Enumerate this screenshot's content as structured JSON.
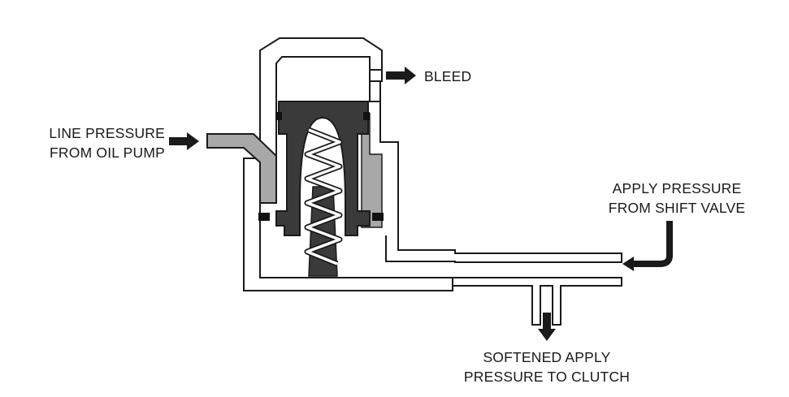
{
  "labels": {
    "bleed": "BLEED",
    "line_pressure_1": "LINE PRESSURE",
    "line_pressure_2": "FROM OIL PUMP",
    "apply_pressure_1": "APPLY PRESSURE",
    "apply_pressure_2": "FROM SHIFT VALVE",
    "softened_1": "SOFTENED APPLY",
    "softened_2": "PRESSURE TO CLUTCH"
  },
  "colors": {
    "outline": "#1a1a1a",
    "piston": "#3a3a3a",
    "oil": "#a8a8a8",
    "background": "#ffffff"
  }
}
